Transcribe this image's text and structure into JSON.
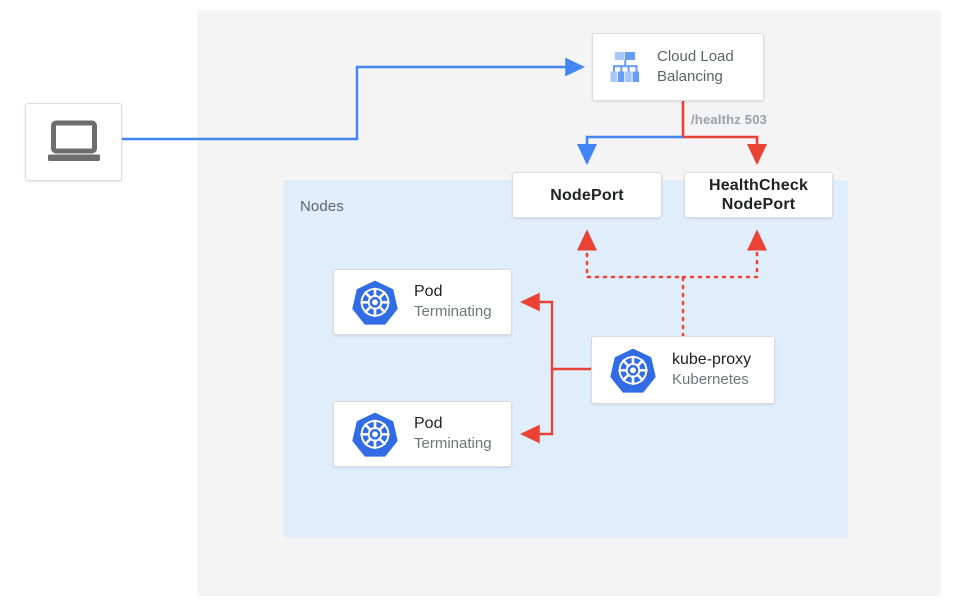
{
  "diagram": {
    "title_region_label": "Nodes",
    "colors": {
      "blue": "#4285f4",
      "red": "#ea4335",
      "k8s_blue": "#326ce5",
      "panel_gray": "#f4f4f4",
      "nodes_blue": "#e0eefc",
      "text_dark": "#202124",
      "text_muted": "#70757a"
    },
    "nodes": {
      "client": {
        "icon": "laptop-icon",
        "label": ""
      },
      "cloud_load_balancing": {
        "icon": "cloud-load-balancing-icon",
        "label_line1": "Cloud Load",
        "label_line2": "Balancing"
      },
      "nodeport": {
        "label": "NodePort"
      },
      "healthcheck_nodeport": {
        "label_line1": "HealthCheck",
        "label_line2": "NodePort"
      },
      "pod_1": {
        "icon": "kubernetes-icon",
        "title": "Pod",
        "subtitle": "Terminating"
      },
      "pod_2": {
        "icon": "kubernetes-icon",
        "title": "Pod",
        "subtitle": "Terminating"
      },
      "kube_proxy": {
        "icon": "kubernetes-icon",
        "title": "kube-proxy",
        "subtitle": "Kubernetes"
      }
    },
    "edges": {
      "healthz_label": "/healthz 503"
    }
  }
}
